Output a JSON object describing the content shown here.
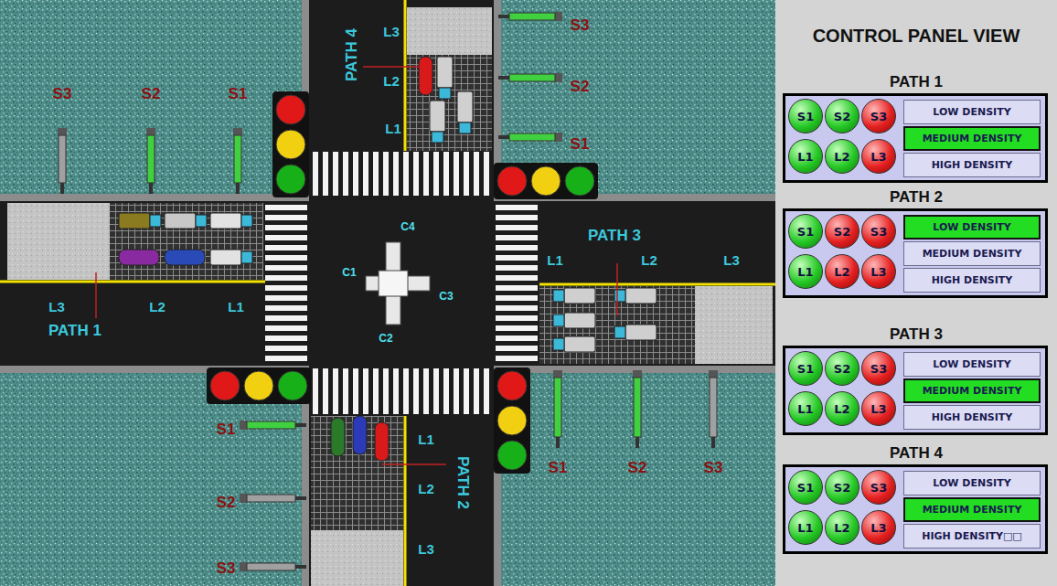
{
  "diagram": {
    "nodes": [
      {
        "text": [
          "CONTROL PANEL VIEW"
        ]
      },
      {
        "text": [
          "PATH 1"
        ],
        "in": 0
      },
      {
        "text": [
          "S1"
        ],
        "in": 1
      },
      {
        "text": [
          "S2"
        ],
        "in": 1
      },
      {
        "text": [
          "S3"
        ],
        "in": 1
      },
      {
        "text": [
          "L1"
        ],
        "in": 1
      },
      {
        "text": [
          "L2"
        ],
        "in": 1
      },
      {
        "text": [
          "L3"
        ],
        "in": 1
      },
      {
        "text": [
          "LOW DENSITY"
        ],
        "in": 1
      },
      {
        "text": [
          "MEDIUM DENSITY"
        ],
        "in": 1
      },
      {
        "text": [
          "HIGH DENSITY"
        ],
        "in": 1
      },
      {
        "text": [
          "PATH 2"
        ],
        "in": 0
      },
      {
        "text": [
          "S1"
        ],
        "in": 11
      },
      {
        "text": [
          "S2"
        ],
        "in": 11
      },
      {
        "text": [
          "S3"
        ],
        "in": 11
      },
      {
        "text": [
          "L1"
        ],
        "in": 11
      },
      {
        "text": [
          "L2"
        ],
        "in": 11
      },
      {
        "text": [
          "L3"
        ],
        "in": 11
      },
      {
        "text": [
          "LOW DENSITY"
        ],
        "in": 11
      },
      {
        "text": [
          "MEDIUM DENSITY"
        ],
        "in": 11
      },
      {
        "text": [
          "HIGH DENSITY"
        ],
        "in": 11
      },
      {
        "text": [
          "PATH 3"
        ],
        "in": 0
      },
      {
        "text": [
          "S1"
        ],
        "in": 21
      },
      {
        "text": [
          "S2"
        ],
        "in": 21
      },
      {
        "text": [
          "S3"
        ],
        "in": 21
      },
      {
        "text": [
          "L1"
        ],
        "in": 21
      },
      {
        "text": [
          "L2"
        ],
        "in": 21
      },
      {
        "text": [
          "L3"
        ],
        "in": 21
      },
      {
        "text": [
          "LOW DENSITY"
        ],
        "in": 21
      },
      {
        "text": [
          "MEDIUM DENSITY"
        ],
        "in": 21
      },
      {
        "text": [
          "HIGH DENSITY"
        ],
        "in": 21
      },
      {
        "text": [
          "PATH 4"
        ],
        "in": 0
      },
      {
        "text": [
          "S1"
        ],
        "in": 31
      },
      {
        "text": [
          "S2"
        ],
        "in": 31
      },
      {
        "text": [
          "S3"
        ],
        "in": 31
      },
      {
        "text": [
          "L1"
        ],
        "in": 31
      },
      {
        "text": [
          "L2"
        ],
        "in": 31
      },
      {
        "text": [
          "L3"
        ],
        "in": 31
      },
      {
        "text": [
          "LOW DENSITY"
        ],
        "in": 31
      },
      {
        "text": [
          "MEDIUM DENSITY"
        ],
        "in": 31
      },
      {
        "text": [
          "HIGH DENSITY□□"
        ],
        "in": 31
      }
    ],
    "labels": [
      "S3",
      "S2",
      "S1",
      "L3",
      "L2",
      "L1",
      "PATH 1",
      "PATH 4",
      "L3",
      "L2",
      "L1",
      "S3",
      "S2",
      "S1",
      "PATH 3",
      "L1",
      "L2",
      "L3",
      "S1",
      "S2",
      "S3",
      "S1",
      "S2",
      "S3",
      "L1",
      "L2",
      "L3",
      "PATH 2",
      "C4",
      "C1",
      "C3",
      "C2"
    ]
  }
}
